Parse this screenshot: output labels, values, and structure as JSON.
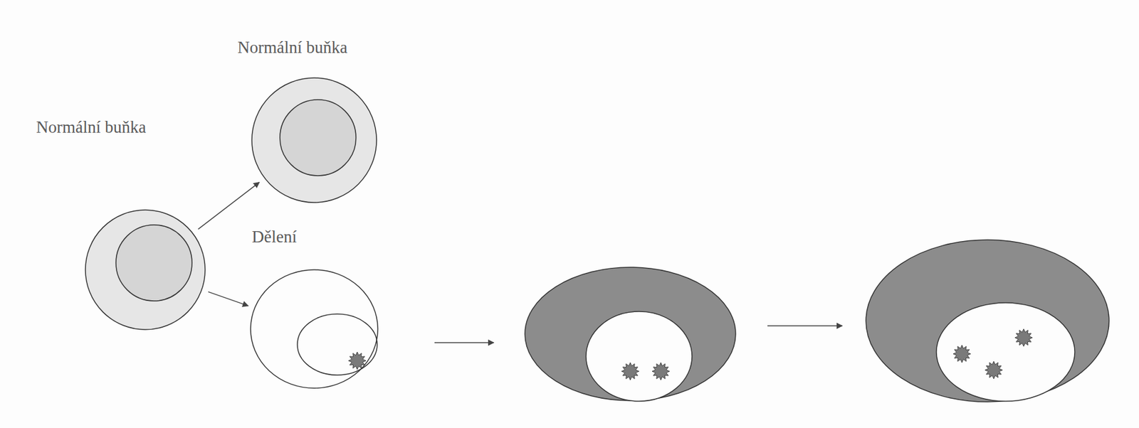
{
  "diagram": {
    "nodes": [
      {
        "text": [
          "Normální buňka"
        ]
      },
      {
        "text": [
          "Normální buňka"
        ]
      },
      {
        "text": [
          "Dělení"
        ]
      }
    ],
    "edges": [
      {
        "from": 0,
        "to": 1,
        "arrow": "to"
      },
      {
        "from": 0,
        "to": 2,
        "arrow": "to"
      }
    ]
  }
}
